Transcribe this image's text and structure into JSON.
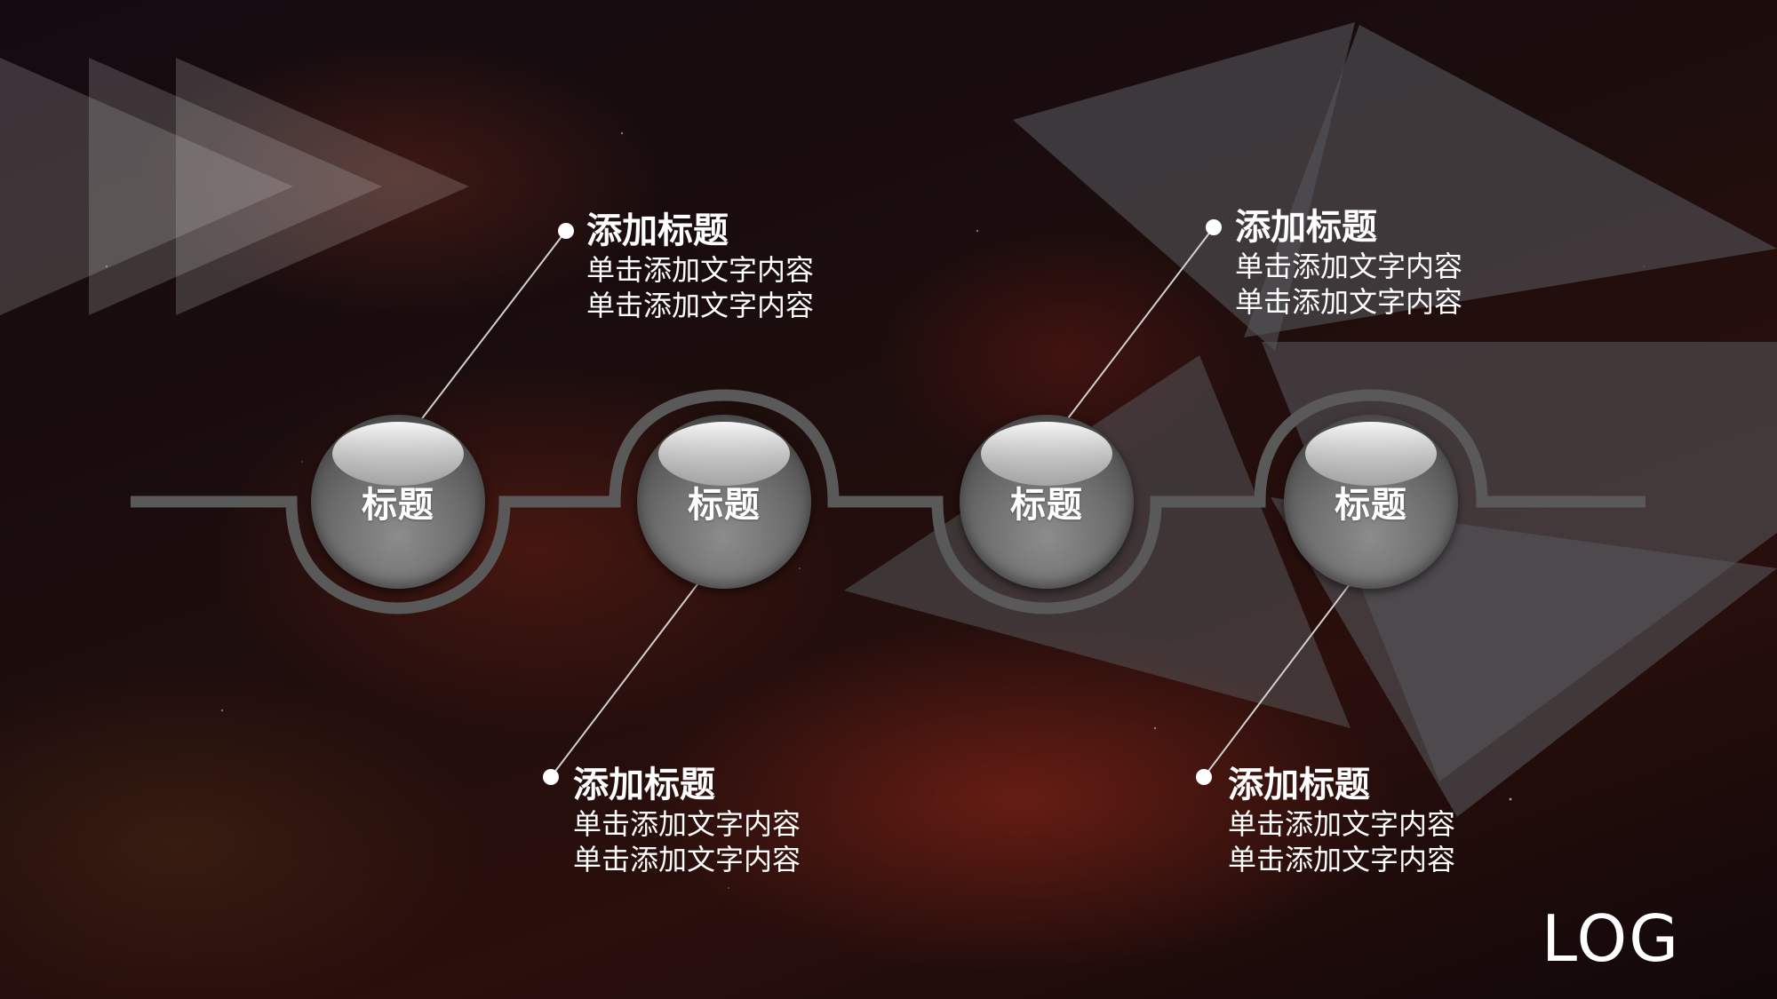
{
  "slide": {
    "nodes": [
      {
        "label": "标题"
      },
      {
        "label": "标题"
      },
      {
        "label": "标题"
      },
      {
        "label": "标题"
      }
    ],
    "callouts": [
      {
        "title": "添加标题",
        "line1": "单击添加文字内容",
        "line2": "单击添加文字内容"
      },
      {
        "title": "添加标题",
        "line1": "单击添加文字内容",
        "line2": "单击添加文字内容"
      },
      {
        "title": "添加标题",
        "line1": "单击添加文字内容",
        "line2": "单击添加文字内容"
      },
      {
        "title": "添加标题",
        "line1": "单击添加文字内容",
        "line2": "单击添加文字内容"
      }
    ],
    "logo": "LOG"
  },
  "colors": {
    "connector": "#595959",
    "orb": "#7a7a7a",
    "text": "#ffffff",
    "shapes": "#4a4a4a"
  }
}
